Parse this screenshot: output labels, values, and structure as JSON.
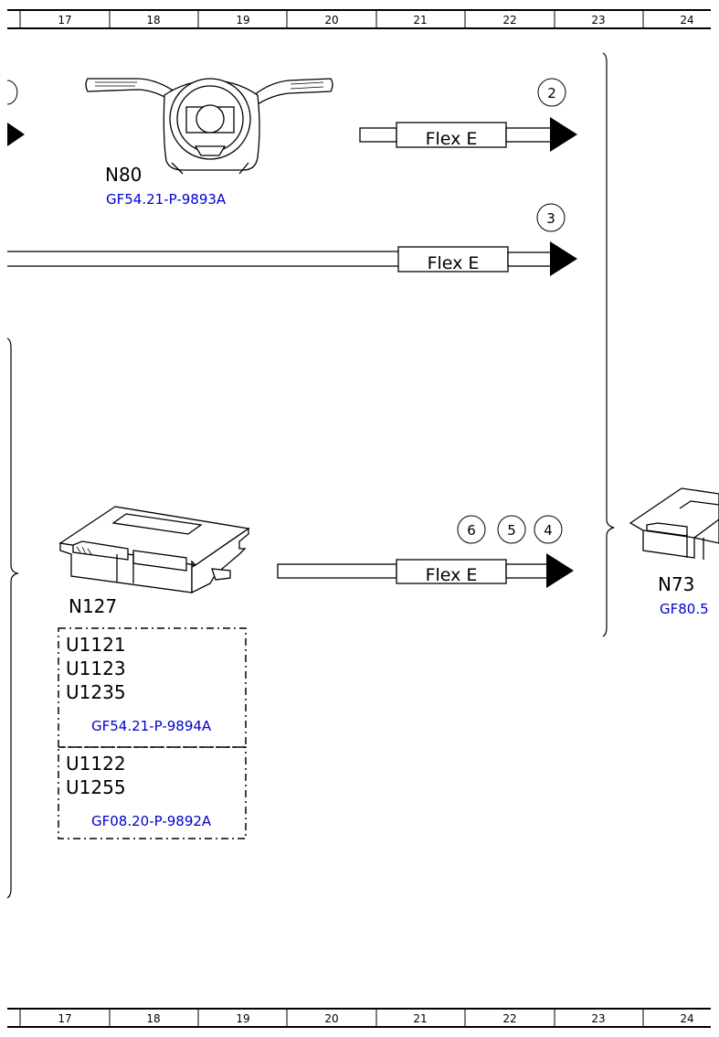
{
  "ruler": {
    "columns": [
      "17",
      "18",
      "19",
      "20",
      "21",
      "22",
      "23",
      "24"
    ]
  },
  "components": {
    "n80": {
      "name": "N80",
      "ref": "GF54.21-P-9893A"
    },
    "n127": {
      "name": "N127"
    },
    "n73": {
      "name": "N73",
      "ref": "GF80.5"
    }
  },
  "connections": [
    {
      "label": "Flex E",
      "markers": [
        "2"
      ]
    },
    {
      "label": "Flex E",
      "markers": [
        "3"
      ]
    },
    {
      "label": "Flex E",
      "markers": [
        "6",
        "5",
        "4"
      ]
    }
  ],
  "fault_groups": [
    {
      "codes": [
        "U1121",
        "U1123",
        "U1235"
      ],
      "ref": "GF54.21-P-9894A"
    },
    {
      "codes": [
        "U1122",
        "U1255"
      ],
      "ref": "GF08.20-P-9892A"
    }
  ]
}
